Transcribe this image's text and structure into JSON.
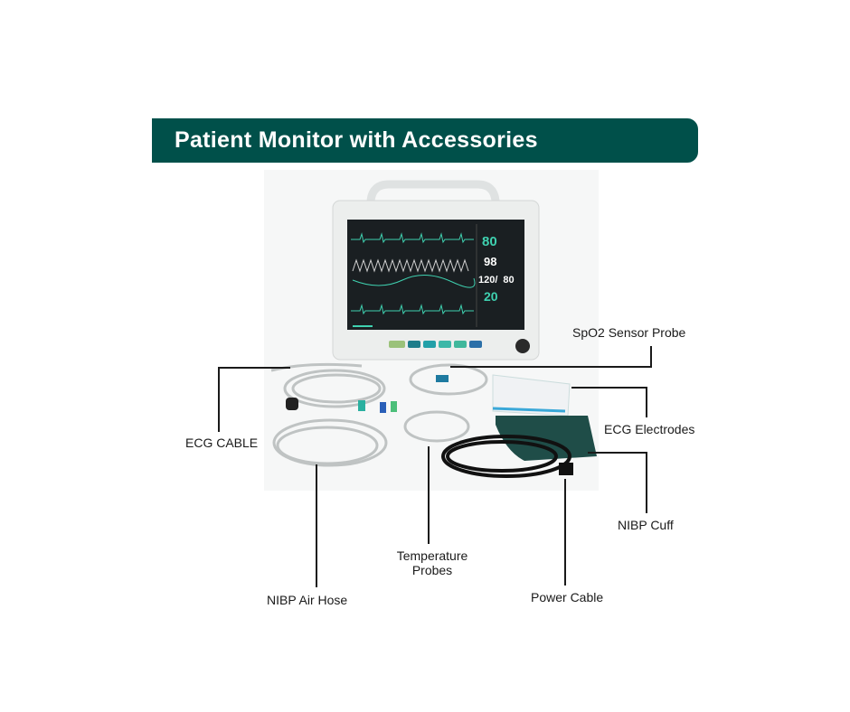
{
  "title": "Patient Monitor with Accessories",
  "labels": {
    "spo2": "SpO2 Sensor Probe",
    "ecg_cable": "ECG CABLE",
    "ecg_electrodes": "ECG Electrodes",
    "nibp_cuff": "NIBP Cuff",
    "nibp_hose": "NIBP Air Hose",
    "temp_line1": "Temperature",
    "temp_line2": "Probes",
    "power": "Power Cable"
  },
  "monitor_screen": {
    "hr": "80",
    "spo2": "98",
    "nibp_sys": "120",
    "nibp_dia": "80",
    "resp": "20"
  },
  "colors": {
    "banner": "#00504a",
    "screen_accent": "#3fd1b0"
  }
}
